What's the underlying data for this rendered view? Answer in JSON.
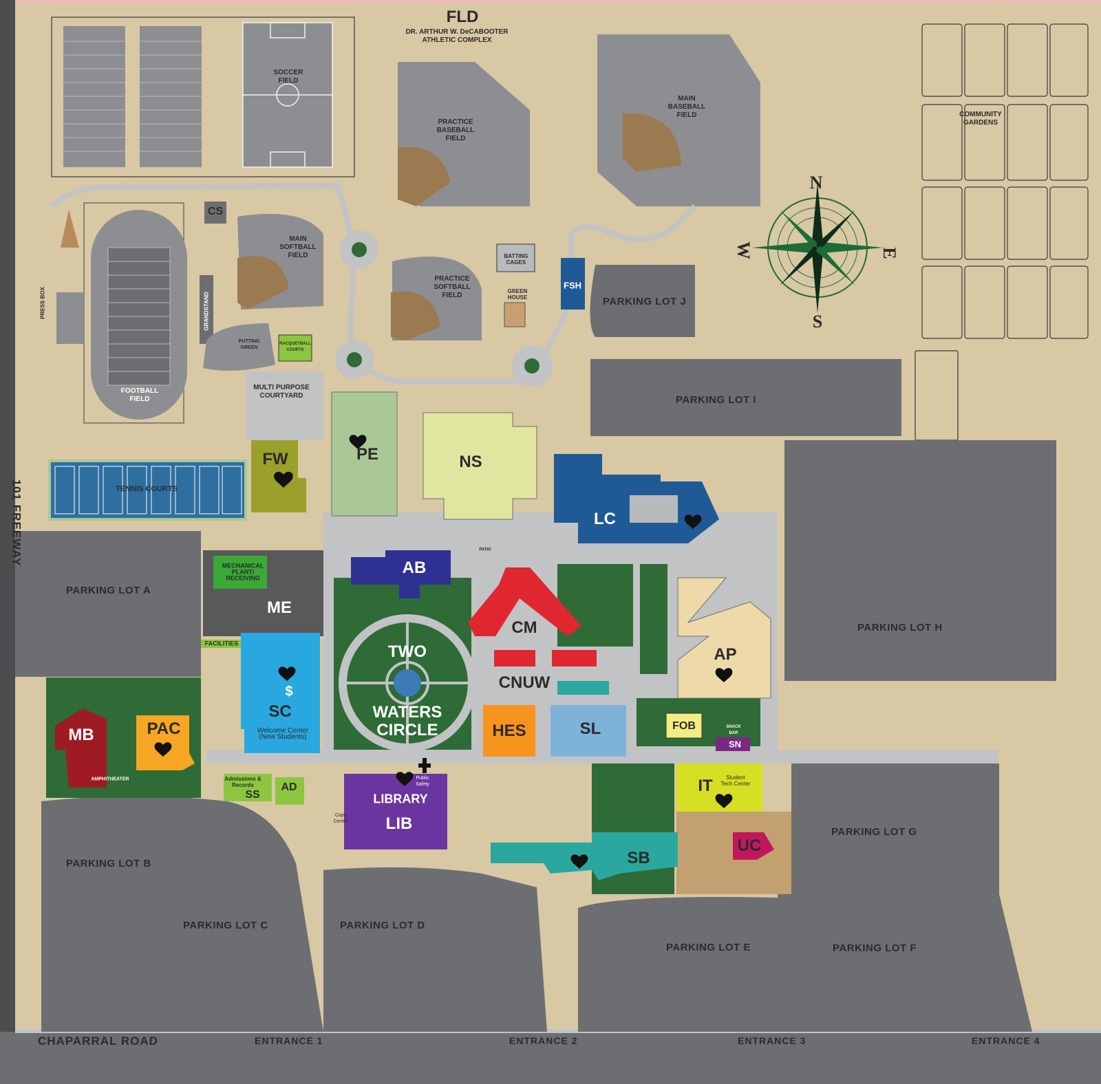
{
  "header": {
    "code": "FLD",
    "subtitle": "DR. ARTHUR W. DeCABOOTER ATHLETIC COMPLEX"
  },
  "compass": {
    "n": "N",
    "e": "E",
    "s": "S",
    "w": "W"
  },
  "roads": {
    "freeway": "101 FREEWAY",
    "chaparral": "CHAPARRAL ROAD",
    "entrances": [
      "ENTRANCE 1",
      "ENTRANCE 2",
      "ENTRANCE 3",
      "ENTRANCE 4"
    ]
  },
  "fields": {
    "soccer": "SOCCER FIELD",
    "practice_baseball": "PRACTICE BASEBALL FIELD",
    "main_baseball": "MAIN BASEBALL FIELD",
    "community_gardens": "COMMUNITY GARDENS",
    "main_softball": "MAIN SOFTBALL FIELD",
    "practice_softball": "PRACTICE SOFTBALL FIELD",
    "batting_cages": "BATTING CAGES",
    "green_house": "GREEN HOUSE",
    "press_box": "PRESS BOX",
    "grandstand": "GRANDSTAND",
    "putting_green": "PUTTING GREEN",
    "racquetball": "RACQUETBALL COURTS",
    "football": "FOOTBALL FIELD",
    "multi_purpose": "MULTI PURPOSE COURTYARD",
    "tennis": "TENNIS COURTS",
    "patio": "PATIO",
    "mechanical": "MECHANICAL PLANT/ RECEIVING",
    "facilities": "FACILITIES",
    "amphitheater": "AMPHITHEATER",
    "admissions": "Admissions & Records",
    "welcome": "Welcome Center (New Students)",
    "library_word": "LIBRARY",
    "public_safety": "Public Safety",
    "copy_center": "Copy Center",
    "student_tech": "Student Tech Center",
    "snack_bar": "SNACK BAR",
    "circle_line1": "TWO",
    "circle_line2": "WATERS",
    "circle_line3": "CIRCLE"
  },
  "lots": {
    "a": "PARKING LOT A",
    "b": "PARKING LOT B",
    "c": "PARKING LOT C",
    "d": "PARKING LOT D",
    "e": "PARKING LOT E",
    "f": "PARKING LOT F",
    "g": "PARKING LOT G",
    "h": "PARKING LOT H",
    "i": "PARKING LOT I",
    "j": "PARKING LOT J"
  },
  "buildings": {
    "cs": "CS",
    "fsh": "FSH",
    "fw": "FW",
    "pe": "PE",
    "ns": "NS",
    "lc": "LC",
    "ab": "AB",
    "me": "ME",
    "cm": "CM",
    "cnuw": "CNUW",
    "ap": "AP",
    "sc": "SC",
    "mb": "MB",
    "pac": "PAC",
    "hes": "HES",
    "sl": "SL",
    "fob": "FOB",
    "sn": "SN",
    "ss": "SS",
    "ad": "AD",
    "lib": "LIB",
    "it": "IT",
    "uc": "UC",
    "sb": "SB"
  },
  "colors": {
    "ground": "#d8c8a4",
    "pavement": "#6d6e71",
    "walk": "#c2c3c5",
    "lawn": "#2e6b36",
    "infield": "#9b7a52",
    "road": "#4d4d4f",
    "sc": "#29a8e0",
    "lc": "#1f5a96",
    "ab": "#2e3192",
    "cm": "#e0262f",
    "pe": "#a9c896",
    "ns": "#dfe6a0",
    "fw": "#9aa02b",
    "mb": "#9e1b24",
    "pac": "#f6a623",
    "hes": "#f7941d",
    "sl": "#7fb2d9",
    "fob": "#f2ec84",
    "sn": "#7a2882",
    "lib": "#6b35a0",
    "it": "#d6df23",
    "uc": "#c2185b",
    "sb": "#2aa79f",
    "ap": "#eed9a8",
    "me": "#59595b",
    "fsh": "#1f5a96",
    "compass": "#1e6b35"
  }
}
